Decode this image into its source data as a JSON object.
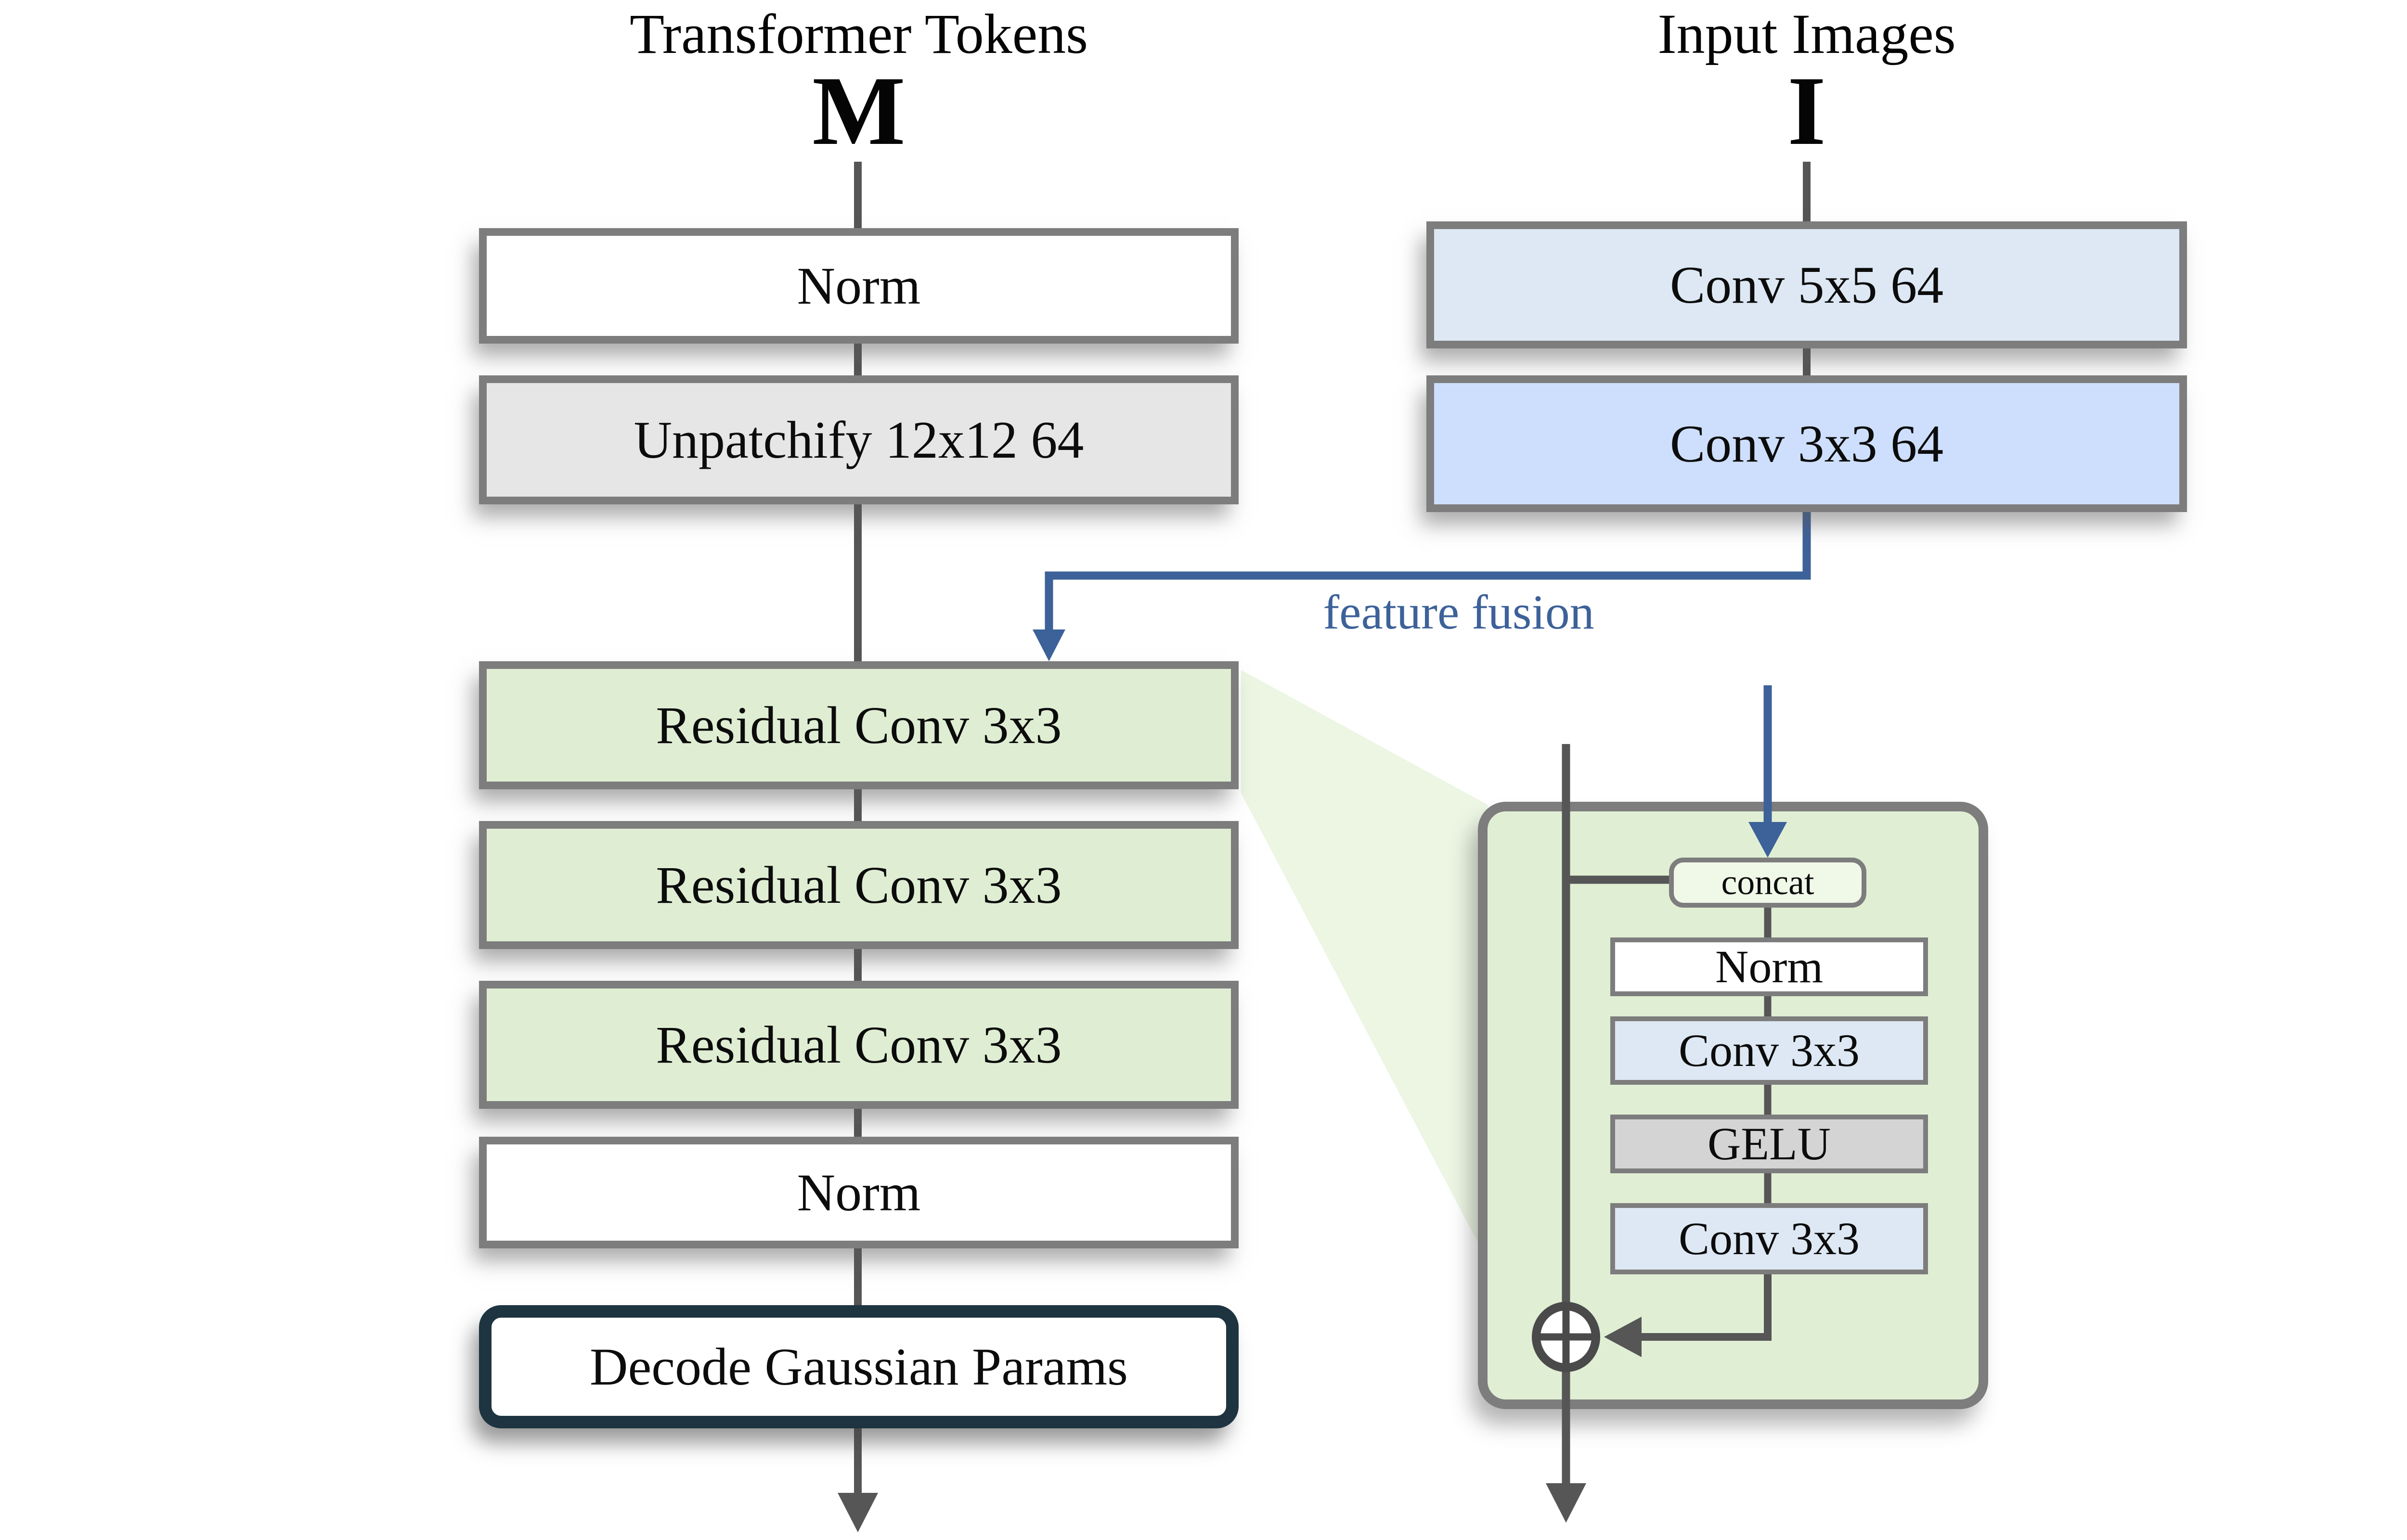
{
  "left_column": {
    "title": "Transformer Tokens",
    "symbol": "M",
    "blocks": [
      {
        "label": "Norm",
        "style": "white"
      },
      {
        "label": "Unpatchify 12x12 64",
        "style": "gray"
      },
      {
        "label": "Residual Conv 3x3",
        "style": "green"
      },
      {
        "label": "Residual Conv 3x3",
        "style": "green"
      },
      {
        "label": "Residual Conv 3x3",
        "style": "green"
      },
      {
        "label": "Norm",
        "style": "white"
      },
      {
        "label": "Decode Gaussian Params",
        "style": "white-dark-outline"
      }
    ]
  },
  "right_column": {
    "title": "Input Images",
    "symbol": "I",
    "blocks": [
      {
        "label": "Conv 5x5 64",
        "style": "light-blue"
      },
      {
        "label": "Conv 3x3 64",
        "style": "medium-blue"
      }
    ]
  },
  "fusion": {
    "label": "feature fusion"
  },
  "detail_block": {
    "description": "zoom-in of a Residual Conv 3x3 block",
    "blocks": [
      {
        "label": "concat",
        "style": "pale-green"
      },
      {
        "label": "Norm",
        "style": "white"
      },
      {
        "label": "Conv 3x3",
        "style": "light-blue"
      },
      {
        "label": "GELU",
        "style": "gray"
      },
      {
        "label": "Conv 3x3",
        "style": "light-blue"
      }
    ],
    "sum_icon": "circled-plus"
  },
  "colors": {
    "accent_blue": "#3d6199",
    "line_gray": "#565656",
    "border_gray": "#7d7d7d",
    "residual_green": "#dfeed3",
    "panel_green": "#e0efd4",
    "concat_green": "#f0f9e8",
    "light_blue": "#dde8f4",
    "medium_blue": "#cddffd",
    "unpatchify_gray": "#e6e6e6",
    "gelu_gray": "#d4d4d4",
    "decode_border": "#1e3440"
  }
}
